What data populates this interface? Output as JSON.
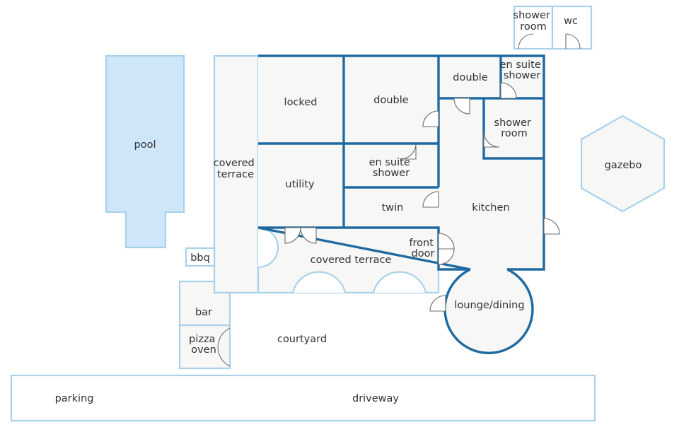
{
  "title": "",
  "colors": {
    "house_walls": "#1f6aa0",
    "outline": "#a9d2ea",
    "pool_fill": "#cfe6f8",
    "floor_fill": "#f7f7f6",
    "text": "#2e3338"
  },
  "areas": {
    "pool": "pool",
    "covered_terrace_side": [
      "covered",
      "terrace"
    ],
    "bbq": "bbq",
    "bar": "bar",
    "pizza_oven": [
      "pizza",
      "oven"
    ],
    "courtyard": "courtyard",
    "parking": "parking",
    "driveway": "driveway",
    "gazebo": "gazebo",
    "covered_terrace_front": "covered terrace",
    "front_door": [
      "front",
      "door"
    ],
    "lounge_dining": "lounge/dining",
    "outbuilding_shower": [
      "shower",
      "room"
    ],
    "outbuilding_wc": "wc"
  },
  "rooms": {
    "locked": "locked",
    "double_1": "double",
    "double_2": "double",
    "en_suite_shower_1": [
      "en suite",
      "shower"
    ],
    "en_suite_shower_2": [
      "en suite",
      "shower"
    ],
    "shower_room": [
      "shower",
      "room"
    ],
    "utility": "utility",
    "twin": "twin",
    "kitchen": "kitchen"
  }
}
